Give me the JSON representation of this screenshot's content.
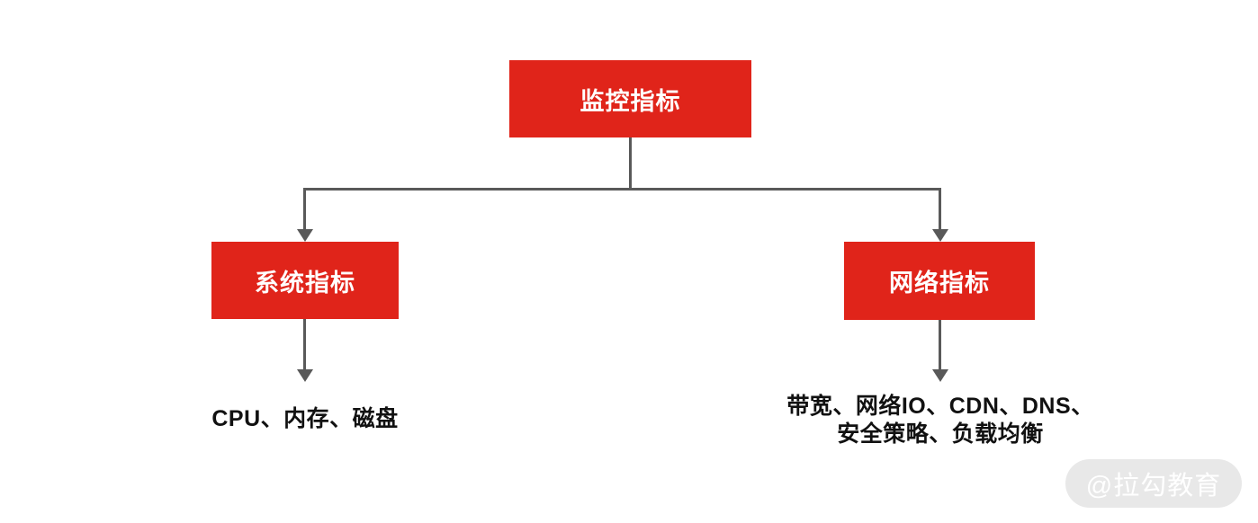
{
  "diagram": {
    "root": {
      "label": "监控指标"
    },
    "children": [
      {
        "label": "系统指标",
        "detail_lines": [
          "CPU、内存、磁盘"
        ]
      },
      {
        "label": "网络指标",
        "detail_lines": [
          "带宽、网络IO、CDN、DNS、",
          "安全策略、负载均衡"
        ]
      }
    ],
    "colors": {
      "box_fill": "#e0241a",
      "box_text": "#ffffff",
      "connector": "#595959",
      "detail_text": "#111111"
    }
  },
  "watermark": {
    "label": "@拉勾教育",
    "bg": "#e8e8e8",
    "text_color": "#ffffff"
  }
}
